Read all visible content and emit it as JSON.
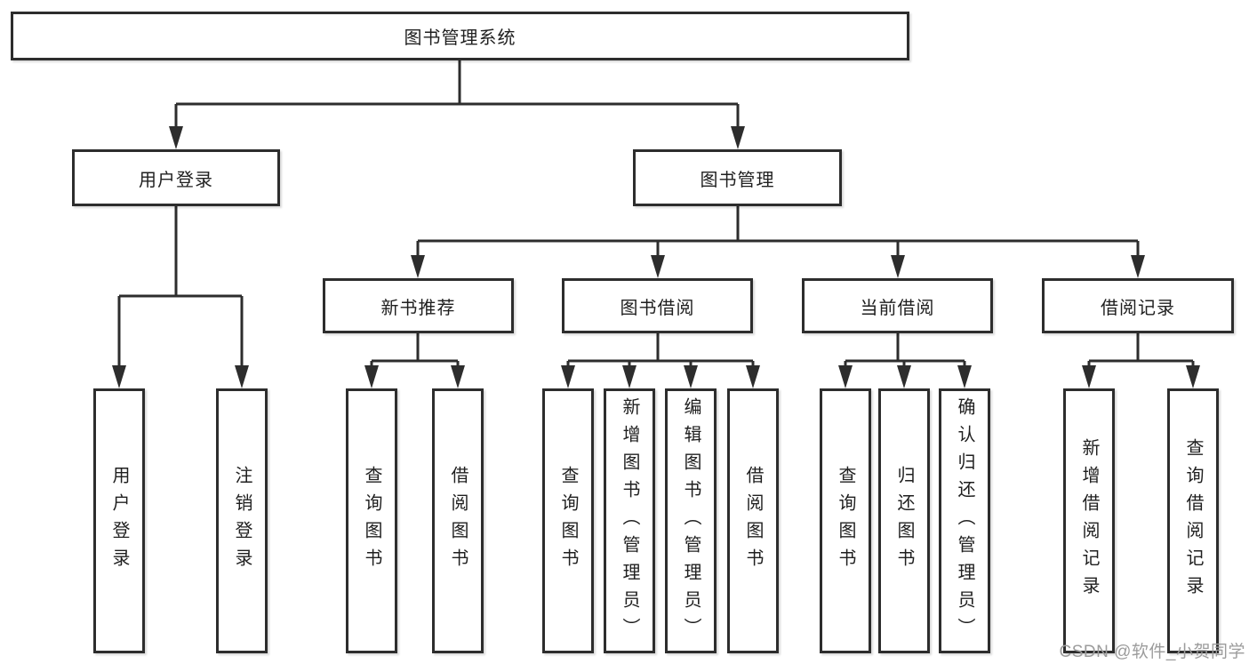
{
  "diagram": {
    "type": "hierarchy-tree",
    "root": {
      "label": "图书管理系统",
      "children": [
        {
          "label": "用户登录",
          "children": [
            {
              "label": "用户登录"
            },
            {
              "label": "注销登录"
            }
          ]
        },
        {
          "label": "图书管理",
          "children": [
            {
              "label": "新书推荐",
              "children": [
                {
                  "label": "查询图书"
                },
                {
                  "label": "借阅图书"
                }
              ]
            },
            {
              "label": "图书借阅",
              "children": [
                {
                  "label": "查询图书"
                },
                {
                  "label": "新增图书（管理员）"
                },
                {
                  "label": "编辑图书（管理员）"
                },
                {
                  "label": "借阅图书"
                }
              ]
            },
            {
              "label": "当前借阅",
              "children": [
                {
                  "label": "查询图书"
                },
                {
                  "label": "归还图书"
                },
                {
                  "label": "确认归还（管理员）"
                }
              ]
            },
            {
              "label": "借阅记录",
              "children": [
                {
                  "label": "新增借阅记录"
                },
                {
                  "label": "查询借阅记录"
                }
              ]
            }
          ]
        }
      ]
    }
  },
  "watermark": {
    "text": "CSDN @软件_小贺同学"
  },
  "colors": {
    "background": "#ffffff",
    "line": "#2d2d2d",
    "box_border": "#2d2d2d",
    "text": "#1f1f1f",
    "watermark": "#9c9c9c"
  }
}
